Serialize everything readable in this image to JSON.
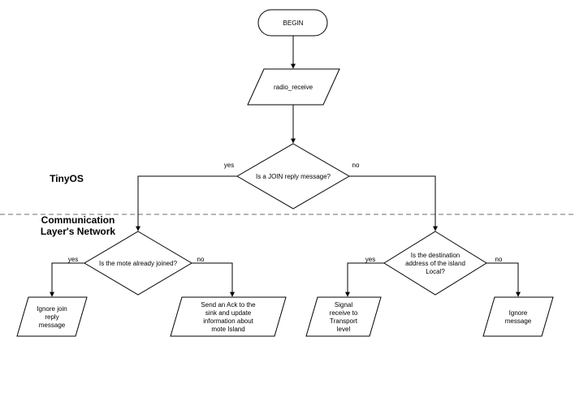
{
  "regions": {
    "upper": "TinyOS",
    "lower_line1": "Communication",
    "lower_line2": "Layer's Network"
  },
  "nodes": {
    "begin": [
      "BEGIN"
    ],
    "radio_receive": [
      "radio_receive"
    ],
    "join_reply_decision": [
      "Is a JOIN reply message?"
    ],
    "already_joined_decision": [
      "Is the mote already joined?"
    ],
    "destination_local_decision": [
      "Is the destination",
      "address of the island",
      "Local?"
    ],
    "ignore_join_reply": [
      "Ignore join",
      "reply",
      "message"
    ],
    "send_ack": [
      "Send an Ack to the",
      "sink and update",
      "information about",
      "mote Island"
    ],
    "signal_transport": [
      "Signal",
      "receive to",
      "Transport",
      "level"
    ],
    "ignore_message": [
      "Ignore",
      "message"
    ]
  },
  "edge_labels": {
    "join_yes": "yes",
    "join_no": "no",
    "joined_yes": "yes",
    "joined_no": "no",
    "local_yes": "yes",
    "local_no": "no"
  }
}
